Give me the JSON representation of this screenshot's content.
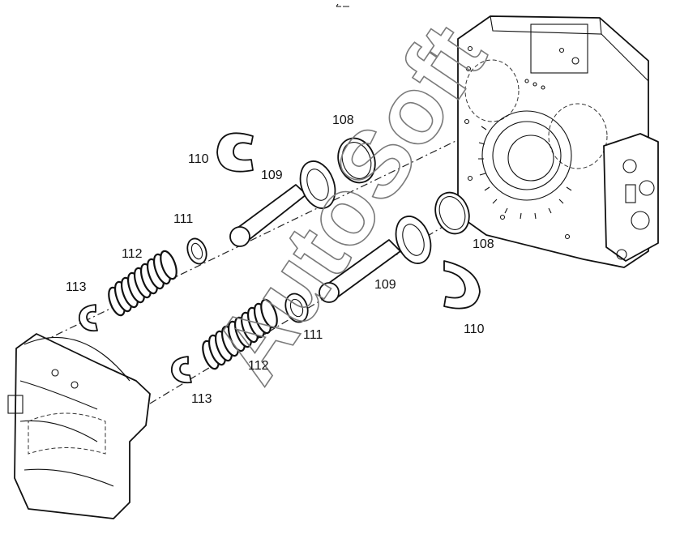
{
  "diagram": {
    "type": "exploded-parts-view",
    "callouts": [
      {
        "id": "108a",
        "label": "108"
      },
      {
        "id": "108b",
        "label": "108"
      },
      {
        "id": "109a",
        "label": "109"
      },
      {
        "id": "109b",
        "label": "109"
      },
      {
        "id": "110a",
        "label": "110"
      },
      {
        "id": "110b",
        "label": "110"
      },
      {
        "id": "111a",
        "label": "111"
      },
      {
        "id": "111b",
        "label": "111"
      },
      {
        "id": "112a",
        "label": "112"
      },
      {
        "id": "112b",
        "label": "112"
      },
      {
        "id": "113a",
        "label": "113"
      },
      {
        "id": "113b",
        "label": "113"
      }
    ],
    "watermark": "AutoSoft"
  }
}
